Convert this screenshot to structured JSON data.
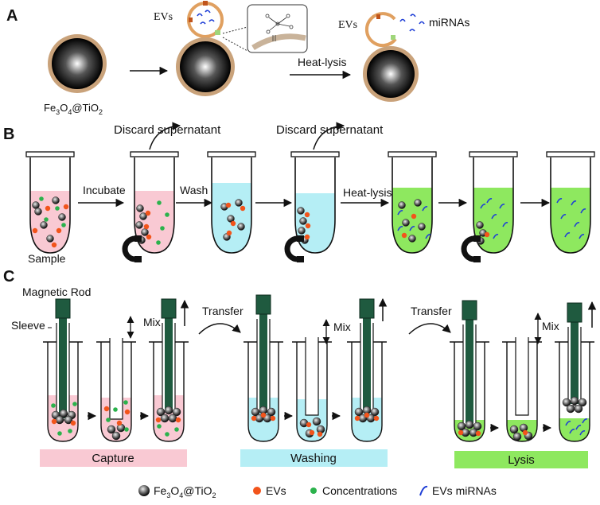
{
  "panels": {
    "a": {
      "letter": "A",
      "ev_label_1": "EVs",
      "ev_label_2": "EVs",
      "mirna_label": "miRNAs",
      "bead_label_main": "Fe",
      "bead_sub1": "3",
      "bead_mid": "O",
      "bead_sub2": "4",
      "bead_mid2": "@TiO",
      "bead_sub3": "2",
      "step_label": "Heat-lysis"
    },
    "b": {
      "letter": "B",
      "sample_label": "Sample",
      "incubate_label": "Incubate",
      "wash_label": "Wash",
      "heatlysis_label": "Heat-lysis",
      "discard_1": "Discard supernatant",
      "discard_2": "Discard supernatant"
    },
    "c": {
      "letter": "C",
      "rod_label": "Magnetic Rod",
      "sleeve_label": "Sleeve",
      "mix_1": "Mix",
      "mix_2": "Mix",
      "mix_3": "Mix",
      "transfer_1": "Transfer",
      "transfer_2": "Transfer",
      "stages": [
        {
          "label": "Capture",
          "color": "#f9c9d3"
        },
        {
          "label": "Washing",
          "color": "#b5eef5"
        },
        {
          "label": "Lysis",
          "color": "#8ee85f"
        }
      ]
    }
  },
  "legend": {
    "bead_main": "Fe",
    "bead_sub1": "3",
    "bead_mid": "O",
    "bead_sub2": "4",
    "bead_mid2": "@TiO",
    "bead_sub3": "2",
    "evs": "EVs",
    "concentrations": "Concentrations",
    "mirnas": "EVs miRNAs"
  },
  "colors": {
    "pink": "#f9c9d3",
    "cyan": "#b5eef5",
    "green": "#8ee85f",
    "ev": "#f2541b",
    "conc": "#2bb24c",
    "mirna": "#1f3fd6",
    "rod": "#1f5a3f",
    "shell": "#c9a27a"
  }
}
